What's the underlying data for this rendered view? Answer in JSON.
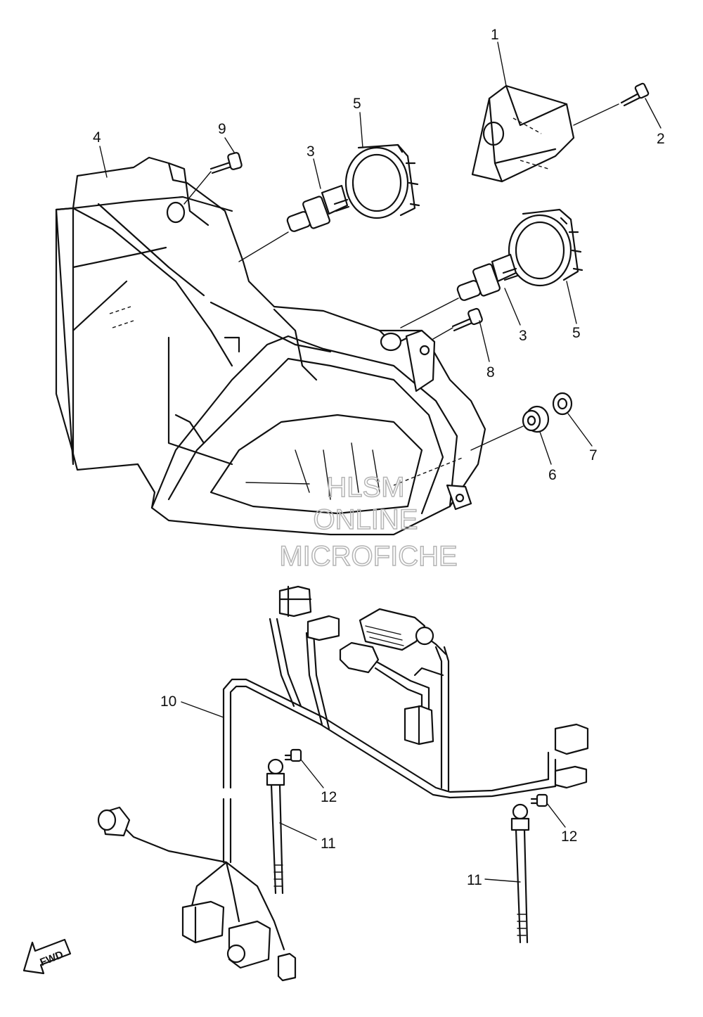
{
  "diagram": {
    "callouts": [
      {
        "id": "c1",
        "text": "1"
      },
      {
        "id": "c2",
        "text": "2"
      },
      {
        "id": "c3a",
        "text": "3"
      },
      {
        "id": "c3b",
        "text": "3"
      },
      {
        "id": "c4",
        "text": "4"
      },
      {
        "id": "c5a",
        "text": "5"
      },
      {
        "id": "c5b",
        "text": "5"
      },
      {
        "id": "c6",
        "text": "6"
      },
      {
        "id": "c7",
        "text": "7"
      },
      {
        "id": "c8",
        "text": "8"
      },
      {
        "id": "c9",
        "text": "9"
      },
      {
        "id": "c10",
        "text": "10"
      },
      {
        "id": "c11a",
        "text": "11"
      },
      {
        "id": "c11b",
        "text": "11"
      },
      {
        "id": "c12a",
        "text": "12"
      },
      {
        "id": "c12b",
        "text": "12"
      }
    ],
    "watermark": {
      "line1": "HLSM",
      "line2": "ONLINE",
      "line3": "MICROFICHE"
    },
    "fwd_label": "FWD"
  }
}
